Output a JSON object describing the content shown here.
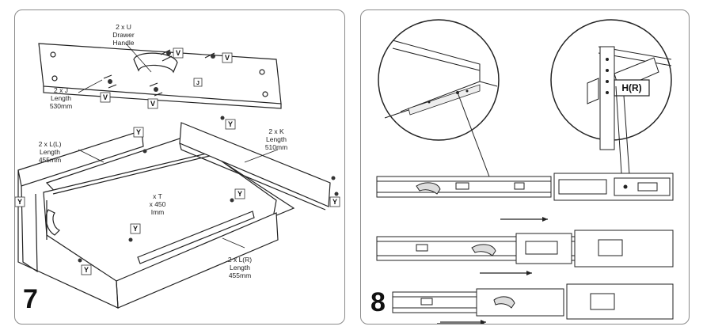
{
  "step7": {
    "step_number": "7",
    "labels": {
      "handle": [
        "2 x U",
        "Drawer",
        "Handle"
      ],
      "front": [
        "2 x J",
        "Length",
        "530mm"
      ],
      "left_rail": [
        "2 x L(L)",
        "Length",
        "455mm"
      ],
      "back": [
        "2 x K",
        "Length",
        "510mm"
      ],
      "base": [
        "x T",
        "x 450",
        "Imm"
      ],
      "right_rail": [
        "2 x L(R)",
        "Length",
        "455mm"
      ]
    },
    "part_codes": {
      "v": "V",
      "y": "Y",
      "j": "J"
    }
  },
  "step8": {
    "step_number": "8",
    "callout": "H(R)"
  }
}
